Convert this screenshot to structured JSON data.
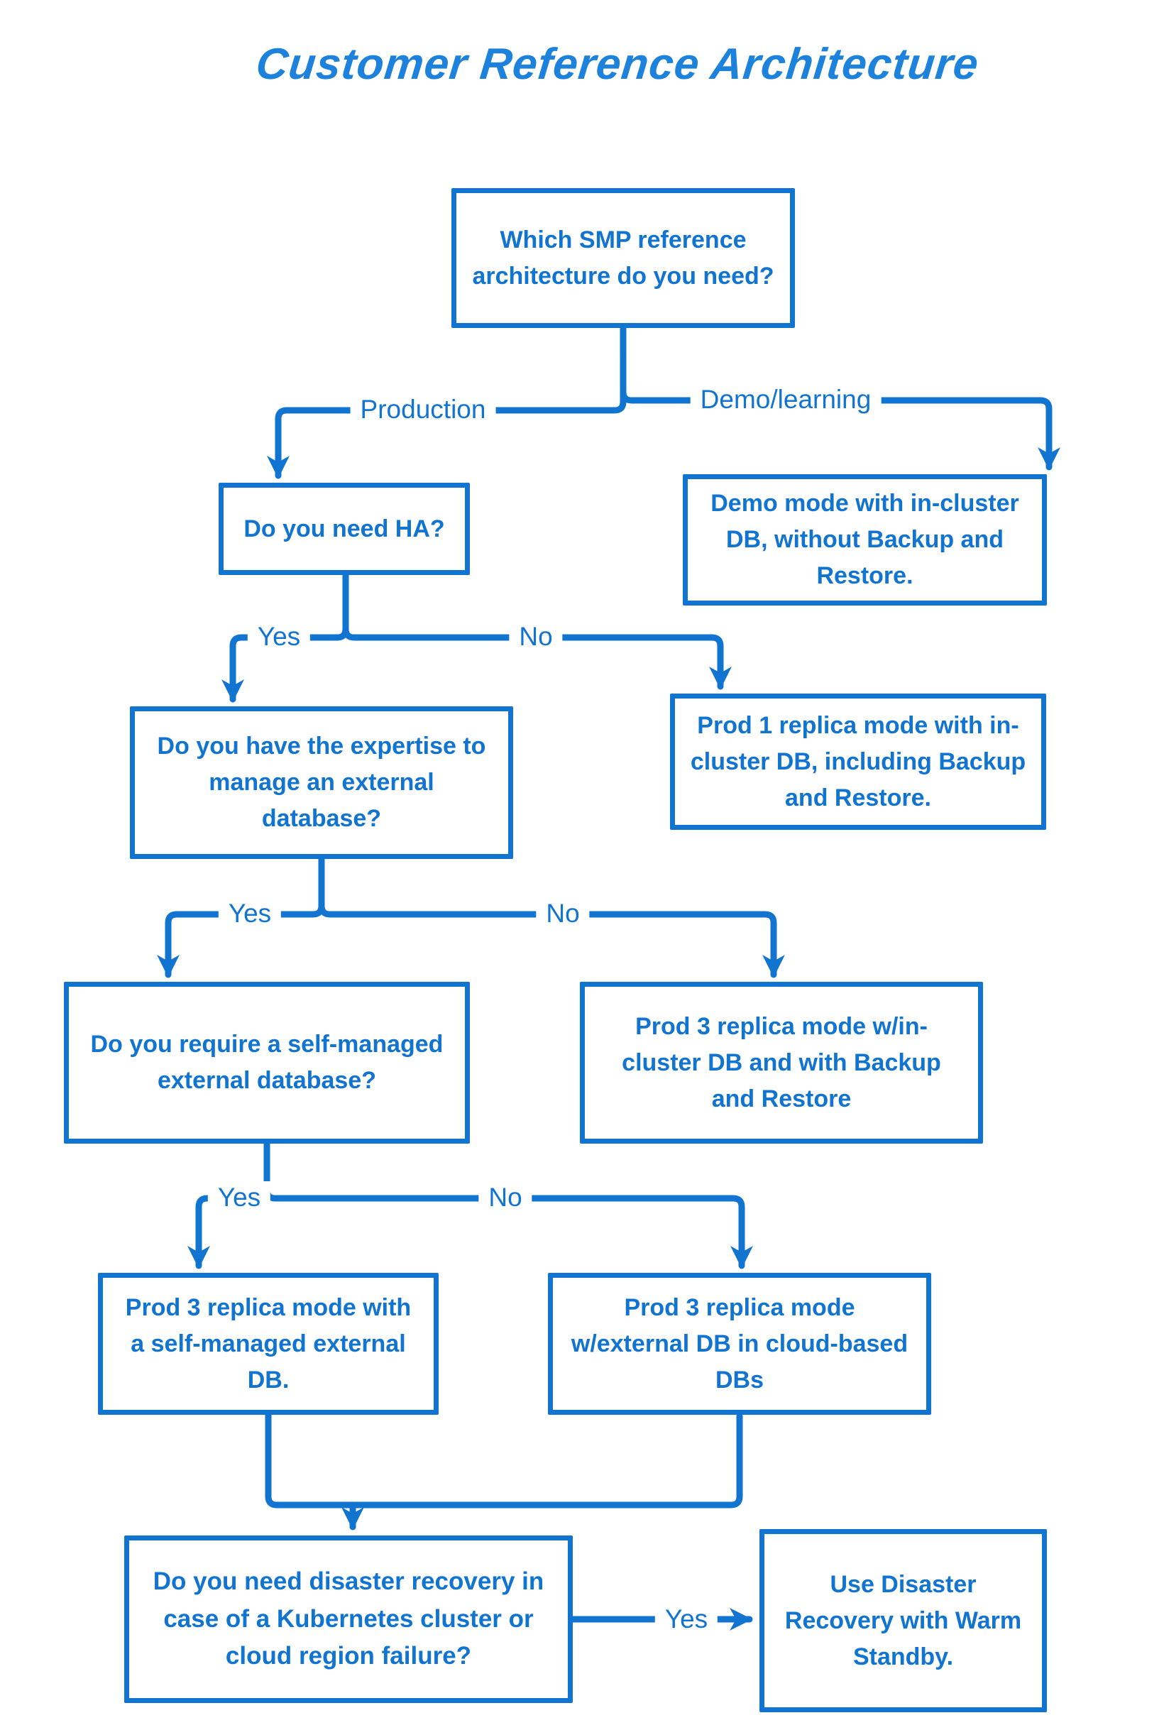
{
  "title": "Customer Reference Architecture",
  "colors": {
    "accent": "#1174d0",
    "title": "#1d82dc",
    "background": "#ffffff"
  },
  "diagram": {
    "nodes": {
      "which_smp": {
        "type": "decision",
        "text": "Which SMP reference architecture do you need?"
      },
      "need_ha": {
        "type": "decision",
        "text": "Do you need HA?"
      },
      "demo_mode": {
        "type": "outcome",
        "text": "Demo mode with in-cluster DB, without Backup and Restore."
      },
      "expertise": {
        "type": "decision",
        "text": "Do you have the expertise to manage an external database?"
      },
      "prod1_incluster": {
        "type": "outcome",
        "text": "Prod 1 replica mode with in-cluster DB, including Backup and Restore."
      },
      "self_managed_q": {
        "type": "decision",
        "text": "Do you require a self-managed external database?"
      },
      "prod3_incluster": {
        "type": "outcome",
        "text": "Prod 3 replica mode w/in-cluster DB and with Backup and Restore"
      },
      "prod3_selfmanaged": {
        "type": "outcome",
        "text": "Prod 3 replica mode with a self-managed external DB."
      },
      "prod3_cloud": {
        "type": "outcome",
        "text": "Prod 3 replica mode w/external DB in cloud-based DBs"
      },
      "disaster_q": {
        "type": "decision",
        "text": "Do you need disaster recovery in case of a Kubernetes cluster or cloud region failure?"
      },
      "warm_standby": {
        "type": "outcome",
        "text": "Use Disaster Recovery with Warm Standby."
      }
    },
    "edge_labels": {
      "production": "Production",
      "demo_learning": "Demo/learning",
      "ha_yes": "Yes",
      "ha_no": "No",
      "expertise_yes": "Yes",
      "expertise_no": "No",
      "self_managed_yes": "Yes",
      "self_managed_no": "No",
      "disaster_yes": "Yes"
    }
  }
}
